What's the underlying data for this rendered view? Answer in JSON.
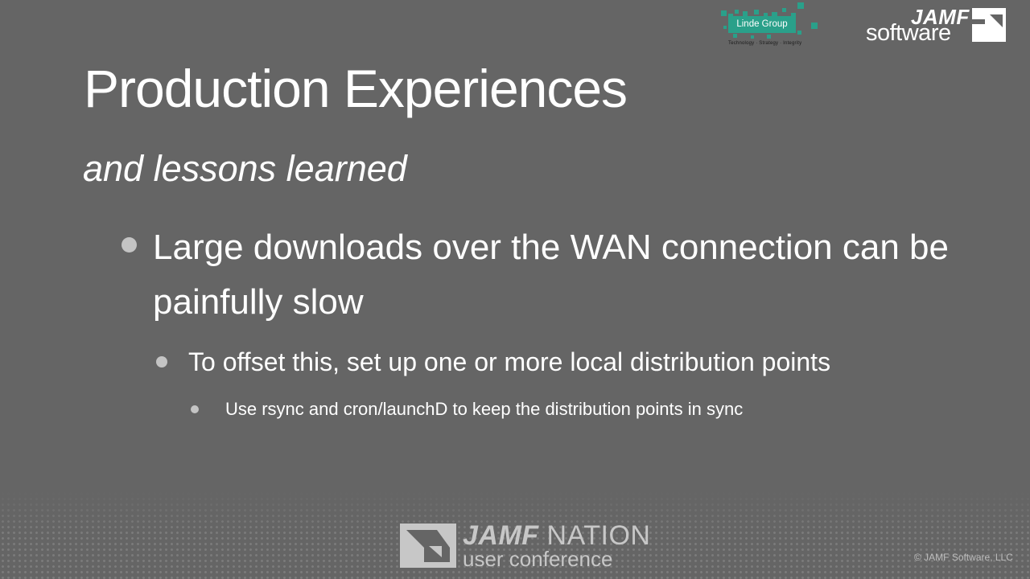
{
  "slide": {
    "title": "Production Experiences",
    "subtitle": "and lessons learned",
    "bullets": {
      "level1": "Large downloads over the WAN connection can be painfully slow",
      "level2": "To offset this, set up one or more local distribution points",
      "level3": "Use rsync and cron/launchD to keep the distribution points in sync"
    }
  },
  "logos": {
    "linde": {
      "name": "Linde Group",
      "tagline": "Technology · Strategy · Integrity",
      "color": "#2aa08a"
    },
    "jamf_software": {
      "word1": "JAMF",
      "word2": "software"
    },
    "jamf_nation": {
      "word_bold": "JAMF",
      "word_light": "NATION",
      "subtitle": "user conference"
    }
  },
  "footer": {
    "copyright": "© JAMF Software, LLC"
  },
  "colors": {
    "background": "#656565",
    "text": "#ffffff",
    "bullet": "#c4c4c4",
    "footer_logo": "#c7c7c7"
  }
}
